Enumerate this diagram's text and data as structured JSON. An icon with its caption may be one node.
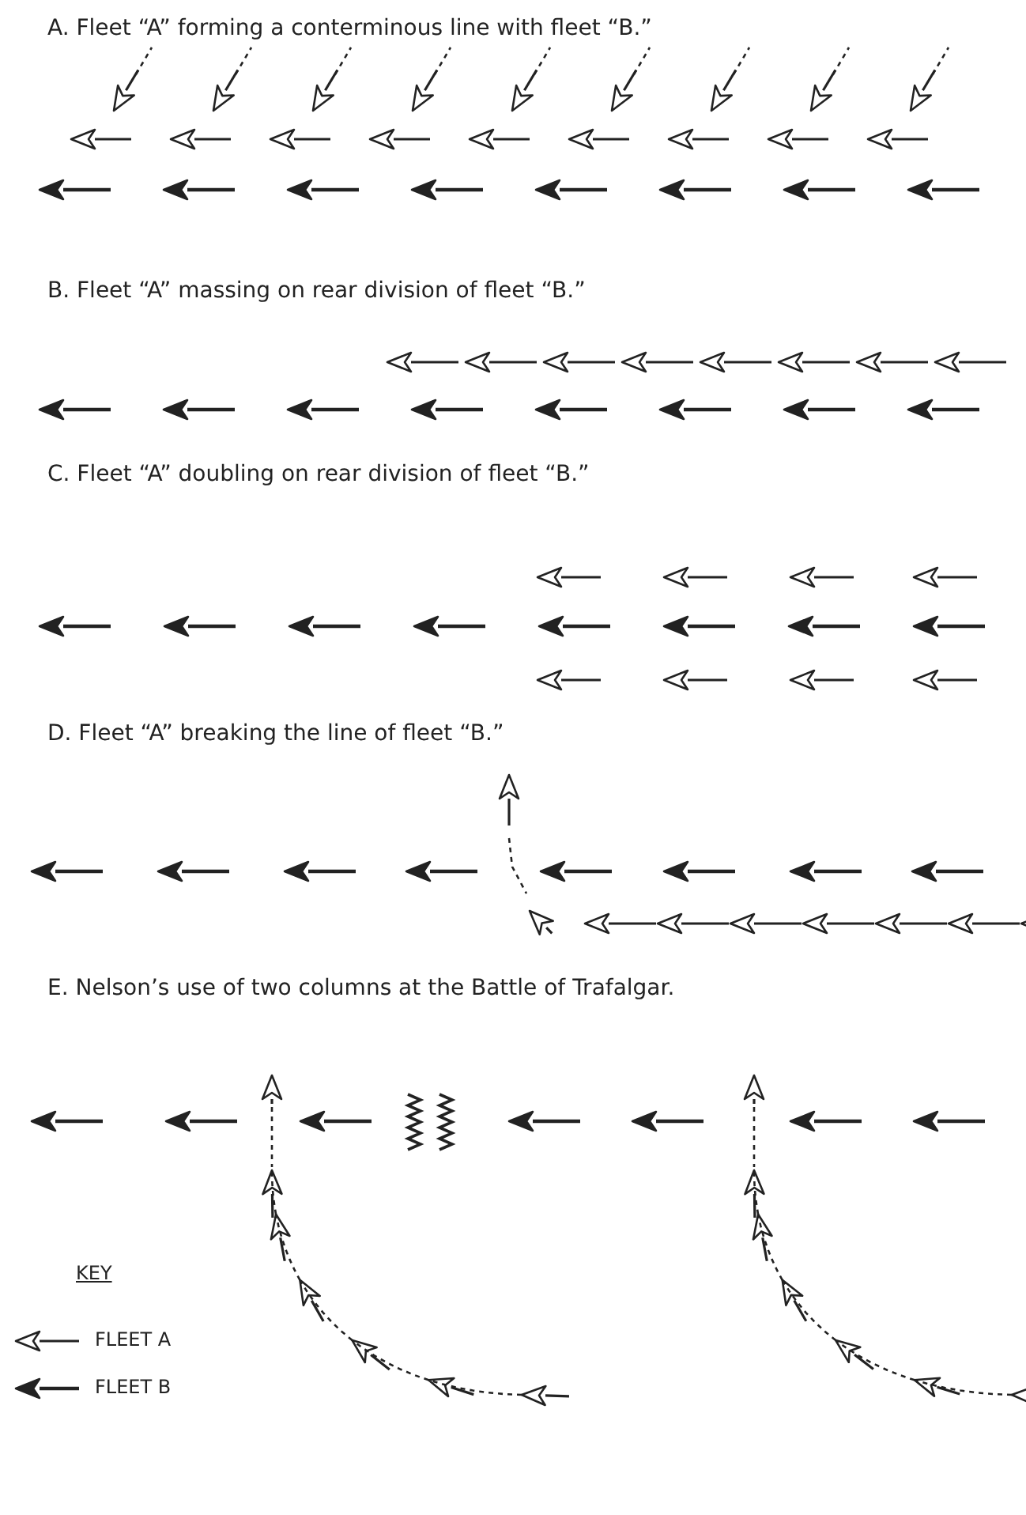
{
  "diagram": {
    "labels": [
      "A.   Fleet “A” forming a conterminous line with fleet “B.”",
      "B.   Fleet “A” massing on rear division of fleet “B.”",
      "C.   Fleet “A” doubling on rear division of fleet “B.”",
      "D.   Fleet “A” breaking the line of fleet “B.”",
      "E.   Nelson’s use of two columns at the Battle of Trafalgar.",
      "KEY"
    ],
    "legend": [
      {
        "text": "FLEET A"
      },
      {
        "text": "FLEET B"
      }
    ]
  }
}
